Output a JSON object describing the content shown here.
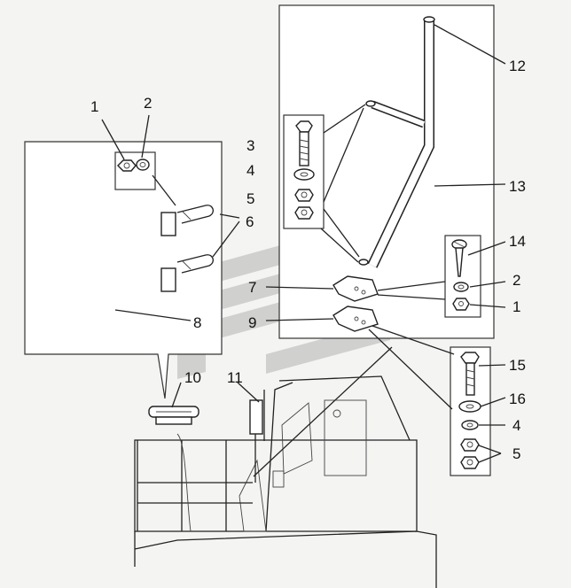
{
  "callouts": {
    "c1a": "1",
    "c2a": "2",
    "c3": "3",
    "c4a": "4",
    "c5a": "5",
    "c6": "6",
    "c7": "7",
    "c8": "8",
    "c9": "9",
    "c10": "10",
    "c11": "11",
    "c12": "12",
    "c13": "13",
    "c14": "14",
    "c2b": "2",
    "c1b": "1",
    "c15": "15",
    "c16": "16",
    "c4b": "4",
    "c5b": "5"
  },
  "colors": {
    "line": "#222222",
    "watermark": "#b8b8b8",
    "background": "#f4f4f2"
  },
  "watermark_icon": "manufacturer-logo-watermark"
}
